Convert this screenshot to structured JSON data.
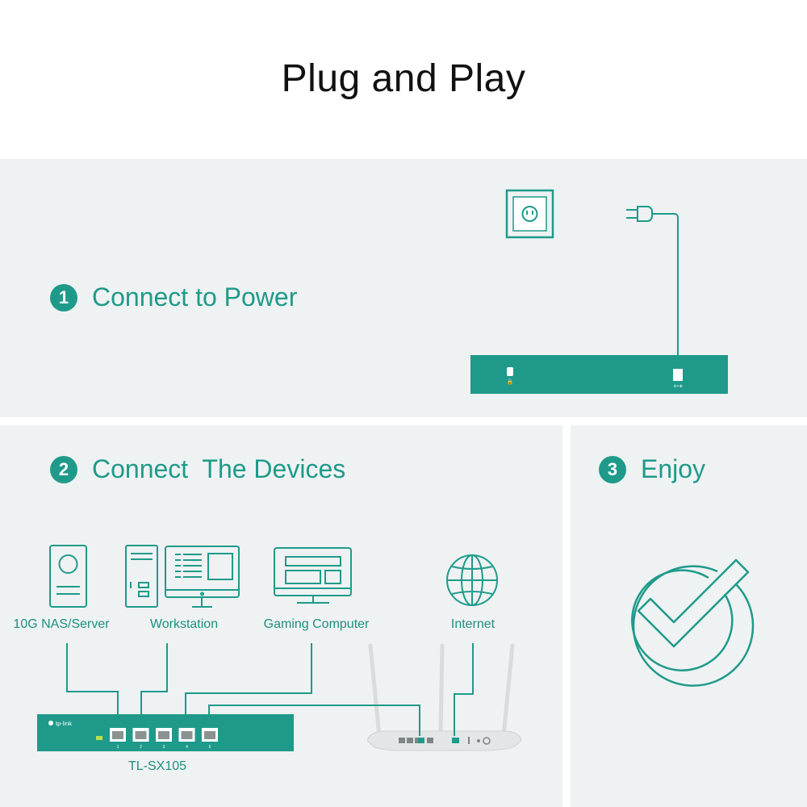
{
  "title": "Plug and Play",
  "steps": [
    {
      "number": "1",
      "label": "Connect to Power"
    },
    {
      "number": "2",
      "label": "Connect  The Devices"
    },
    {
      "number": "3",
      "label": "Enjoy"
    }
  ],
  "devices": {
    "nas": "10G NAS/Server",
    "workstation": "Workstation",
    "gaming": "Gaming Computer",
    "internet": "Internet"
  },
  "switch": {
    "model": "TL-SX105",
    "brand": "tp-link",
    "ports": [
      "1",
      "2",
      "3",
      "4",
      "5"
    ]
  },
  "colors": {
    "accent": "#1f9a8a",
    "panel": "#eef2f2",
    "router": "#e3e6e6"
  }
}
